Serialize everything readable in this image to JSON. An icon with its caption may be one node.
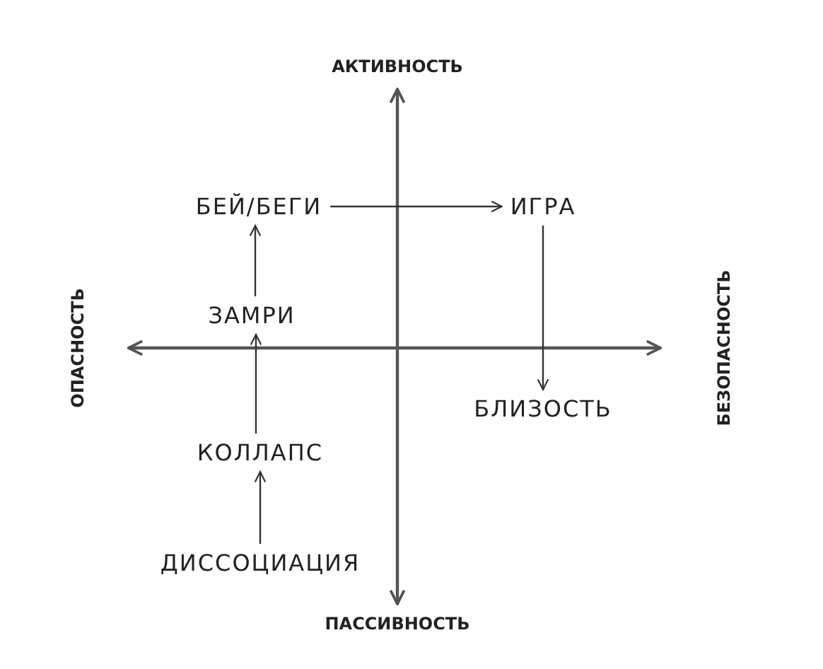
{
  "diagram": {
    "nodes": [
      {
        "text": [
          "БЕЙ/БЕГИ"
        ]
      },
      {
        "text": [
          "ИГРА"
        ]
      },
      {
        "text": [
          "ЗАМРИ"
        ]
      },
      {
        "text": [
          "БЛИЗОСТЬ"
        ]
      },
      {
        "text": [
          "КОЛЛАПС"
        ]
      },
      {
        "text": [
          "ДИССОЦИАЦИЯ"
        ]
      }
    ],
    "edges": [
      {
        "from": 5,
        "to": 4,
        "arrow": "to"
      },
      {
        "from": 4,
        "to": 2,
        "arrow": "to"
      },
      {
        "from": 2,
        "to": 0,
        "arrow": "to"
      },
      {
        "from": 0,
        "to": 1,
        "arrow": "to"
      },
      {
        "from": 1,
        "to": 3,
        "arrow": "to"
      }
    ],
    "labels": [
      "АКТИВНОСТЬ",
      "ОПАСНОСТЬ",
      "БЕЗОПАСНОСТЬ",
      "ПАССИВНОСТЬ"
    ]
  }
}
